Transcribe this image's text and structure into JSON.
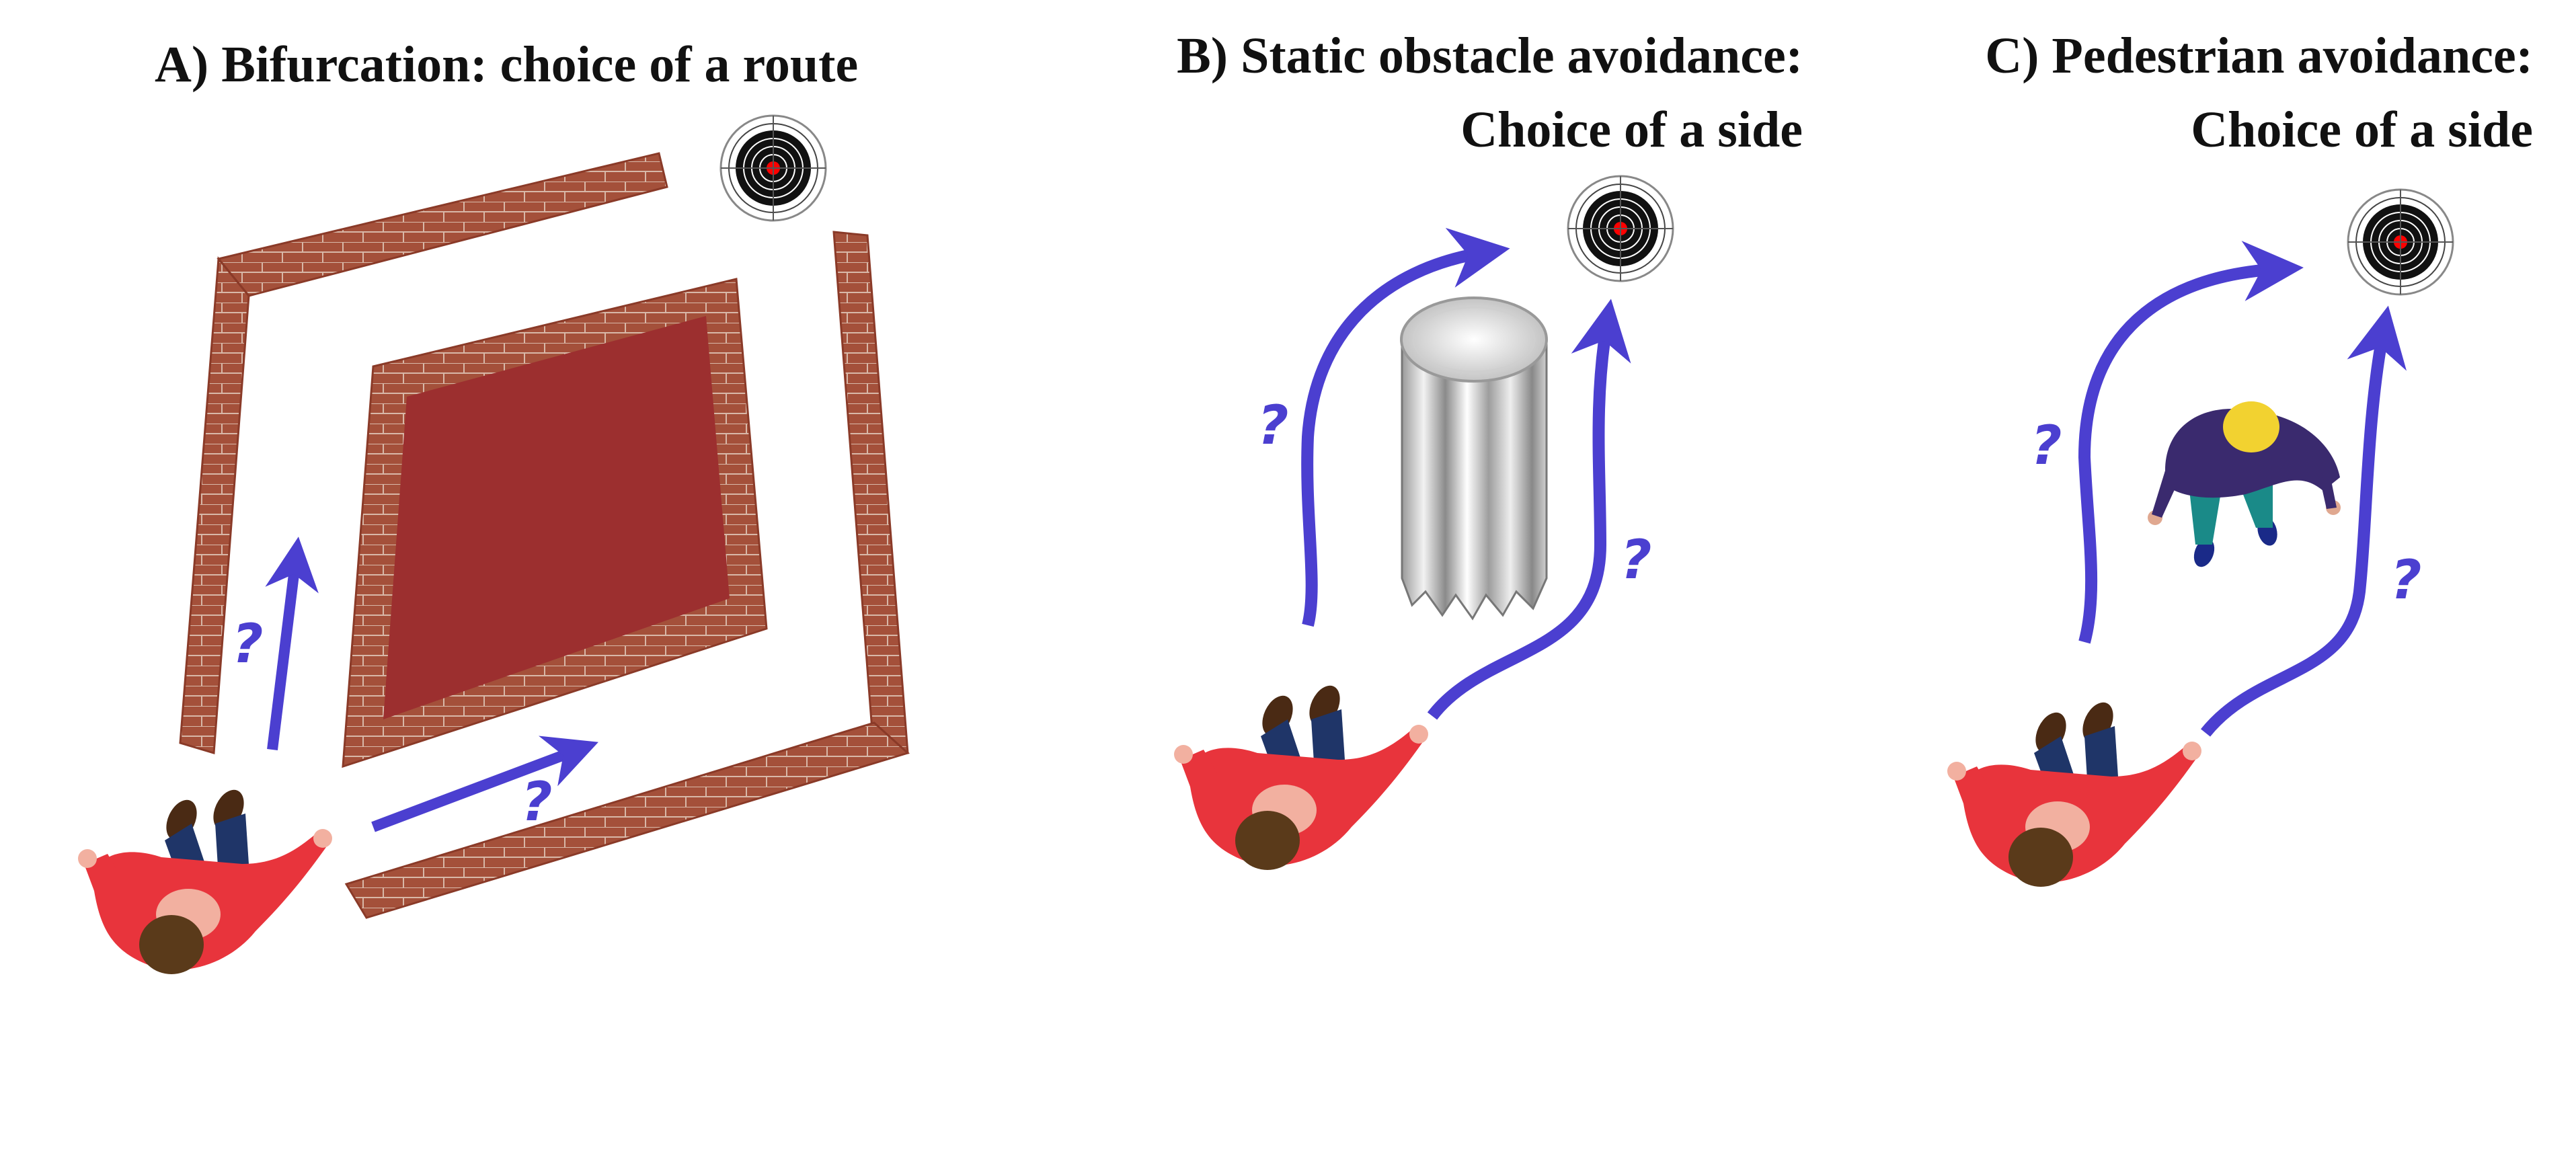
{
  "panels": [
    {
      "id": "A",
      "title_lines": [
        "A) Bifurcation: choice of a route"
      ],
      "question_marks": [
        "?",
        "?"
      ]
    },
    {
      "id": "B",
      "title_lines": [
        "B) Static obstacle avoidance:",
        "Choice of a side"
      ],
      "question_marks": [
        "?",
        "?"
      ]
    },
    {
      "id": "C",
      "title_lines": [
        "C) Pedestrian avoidance:",
        "Choice of a side"
      ],
      "question_marks": [
        "?",
        "?"
      ]
    }
  ],
  "colors": {
    "arrow": "#4b3fd0",
    "brick": "#a4503a",
    "mortar": "#d8b8a8",
    "floor_red": "#9c2f2f",
    "shirt_red": "#e8343c",
    "hair_brown": "#5a3a1a",
    "jeans": "#1f3568",
    "target_red": "#ff0000",
    "pedestrian_shirt": "#3a2a6e",
    "pedestrian_hair": "#f2d230",
    "pedestrian_pants": "#1a8a88"
  },
  "icons": [
    "target-icon",
    "pedestrian-icon",
    "column-icon",
    "brick-wall-icon"
  ]
}
